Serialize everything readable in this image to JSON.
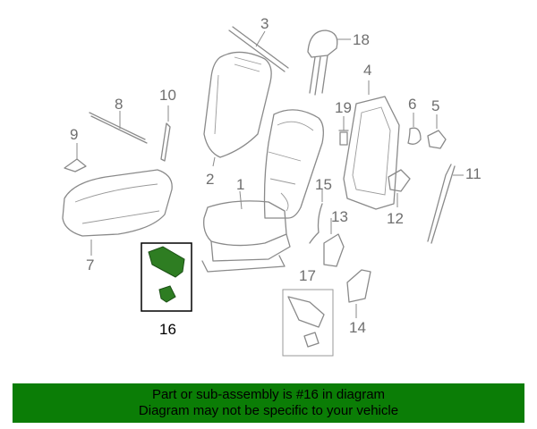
{
  "callouts": {
    "c1": "1",
    "c2": "2",
    "c3": "3",
    "c4": "4",
    "c5": "5",
    "c6": "6",
    "c7": "7",
    "c8": "8",
    "c9": "9",
    "c10": "10",
    "c11": "11",
    "c12": "12",
    "c13": "13",
    "c14": "14",
    "c15": "15",
    "c16": "16",
    "c17": "17",
    "c18": "18",
    "c19": "19"
  },
  "highlight": {
    "part_number": "16",
    "color": "#2e7d22"
  },
  "banner": {
    "line1": "Part or sub-assembly is #16 in diagram",
    "line2": "Diagram may not be specific to your vehicle",
    "background": "#0b7d06"
  }
}
